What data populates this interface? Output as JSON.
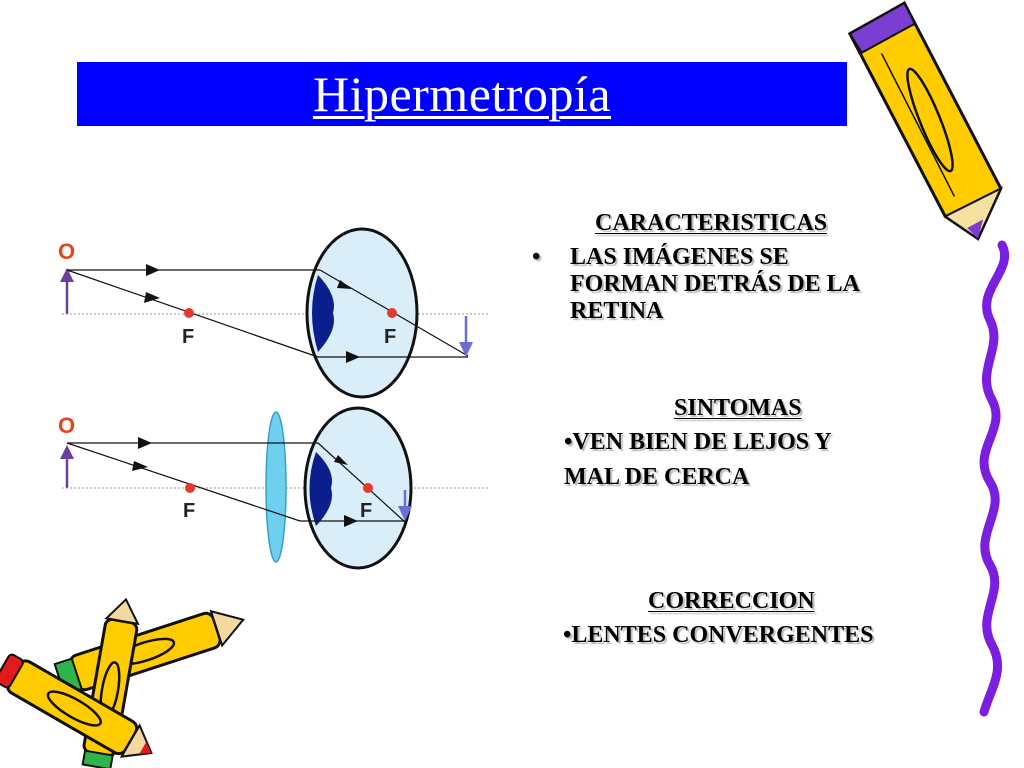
{
  "slide": {
    "title": "Hipermetropía",
    "title_bar_color": "#0000ff"
  },
  "caracteristicas": {
    "heading": "CARACTERISTICAS",
    "bullet": "•",
    "lines": [
      "LAS IMÁGENES SE",
      "FORMAN DETRÁS DE LA",
      "RETINA"
    ]
  },
  "sintomas": {
    "heading": "SINTOMAS",
    "lines": [
      "•VEN BIEN DE LEJOS Y",
      "MAL DE CERCA"
    ]
  },
  "correccion": {
    "heading": "CORRECCION",
    "line": "•LENTES CONVERGENTES"
  },
  "diagram": {
    "object_label": "O",
    "focus_label": "F",
    "colors": {
      "object_label": "#e8431f",
      "focus_point": "#e53a2b",
      "object_arrow": "#6b3fa0",
      "image_arrow": "#6b6fd1",
      "eye_fill": "#d9eef9",
      "eye_outline": "#111111",
      "eye_lens": "#0a1e8c",
      "corrective_lens": "#6fd0ee"
    }
  },
  "decorations": {
    "icons": [
      "pencil-icon",
      "crayons-icon",
      "squiggle-line"
    ],
    "colors": {
      "pencil_body": "#ffcc00",
      "pencil_tip": "#7a3fd1",
      "squiggle": "#7a1fe0",
      "crayon_red": "#e01b1b",
      "crayon_green": "#2fb34a"
    }
  }
}
